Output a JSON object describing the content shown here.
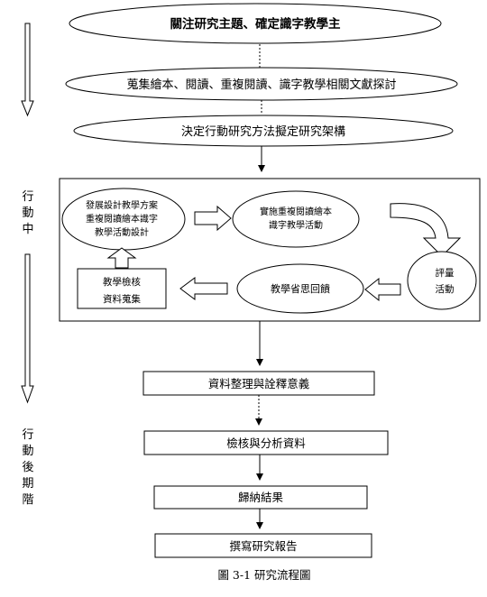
{
  "stages": {
    "during": [
      "行",
      "動",
      "中"
    ],
    "after": [
      "行",
      "動",
      "後",
      "期",
      "階"
    ]
  },
  "ovals": {
    "topic": "關注研究主題、確定識字教學主",
    "literature": "蒐集繪本、閱讀、重複閱讀、識字教學相關文獻探討",
    "method": "決定行動研究方法擬定研究架構"
  },
  "cycle": {
    "design": [
      "發展設計教學方案",
      "重複閱讀繪本識字",
      "教學活動設計"
    ],
    "implement": [
      "實施重複閱讀繪本",
      "識字教學活動"
    ],
    "evaluate": [
      "評量",
      "活動"
    ],
    "reflect": "教學省思回饋",
    "review": [
      "教學檢核",
      "資料蒐集"
    ]
  },
  "boxes": {
    "organize": "資料整理與詮釋意義",
    "analyze": "檢核與分析資料",
    "conclude": "歸納結果",
    "report": "撰寫研究報告"
  },
  "caption": "圖 3-1 研究流程圖"
}
